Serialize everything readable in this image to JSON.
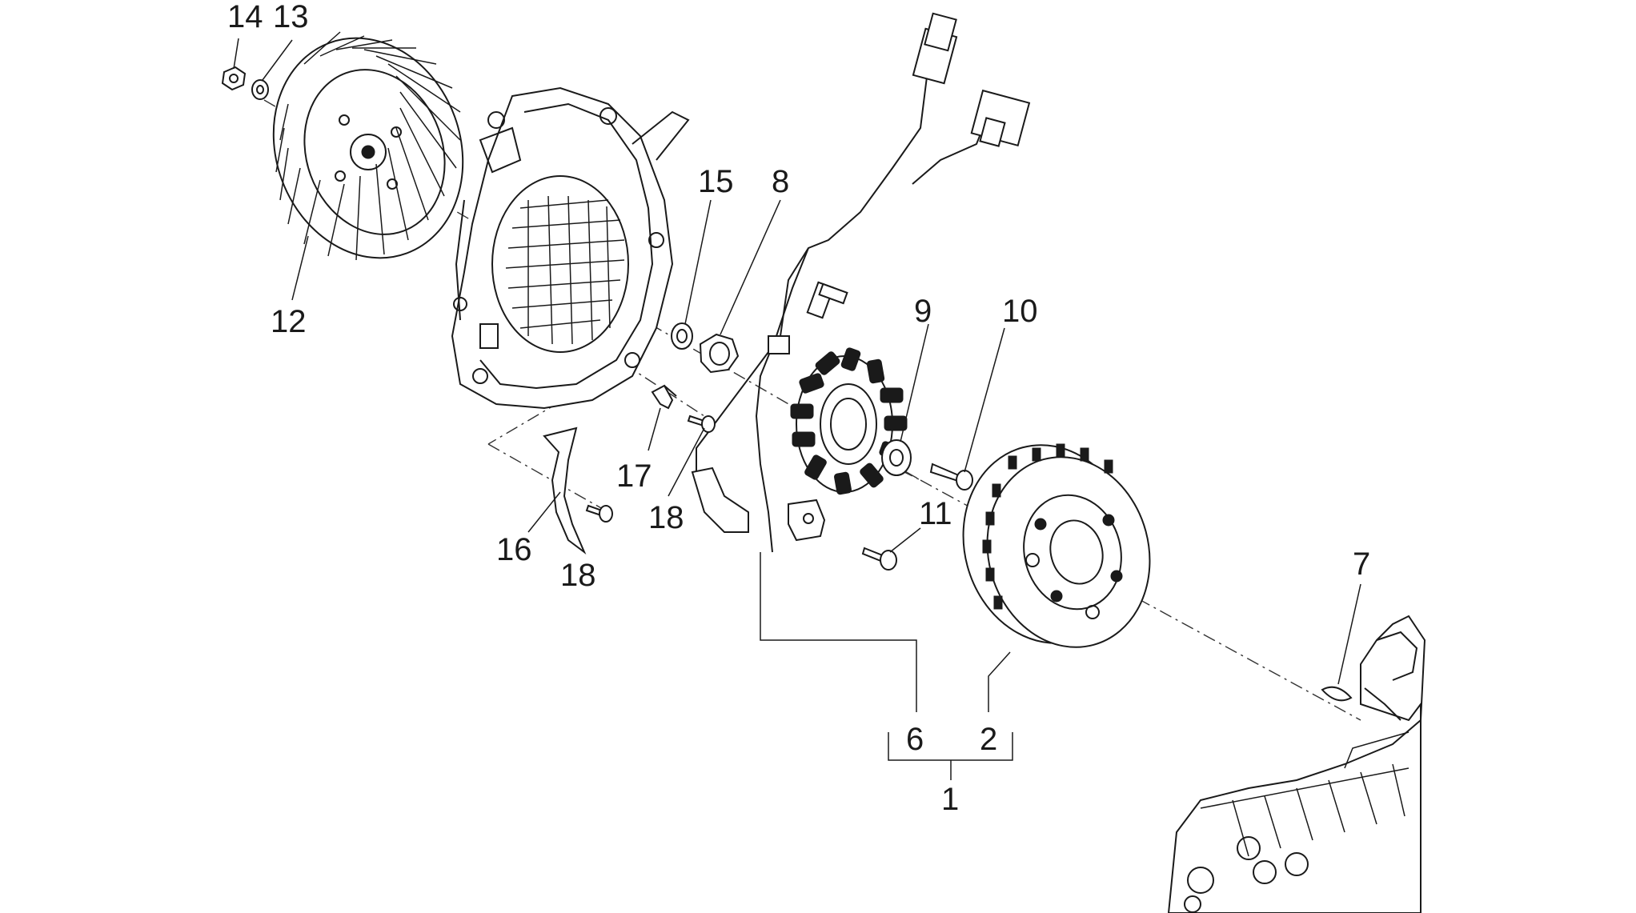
{
  "callouts": {
    "c14": "14",
    "c13": "13",
    "c12": "12",
    "c15": "15",
    "c8": "8",
    "c9": "9",
    "c10": "10",
    "c17": "17",
    "c18a": "18",
    "c16": "16",
    "c18b": "18",
    "c11": "11",
    "c7": "7",
    "c6": "6",
    "c2": "2",
    "c1": "1"
  },
  "colors": {
    "line": "#1a1a1a",
    "background": "#ffffff"
  },
  "icons": {
    "fan": "cooling-fan-icon",
    "cover": "flywheel-cover-icon",
    "stator": "stator-icon",
    "rotor": "flywheel-rotor-icon",
    "engine": "engine-block-icon"
  }
}
